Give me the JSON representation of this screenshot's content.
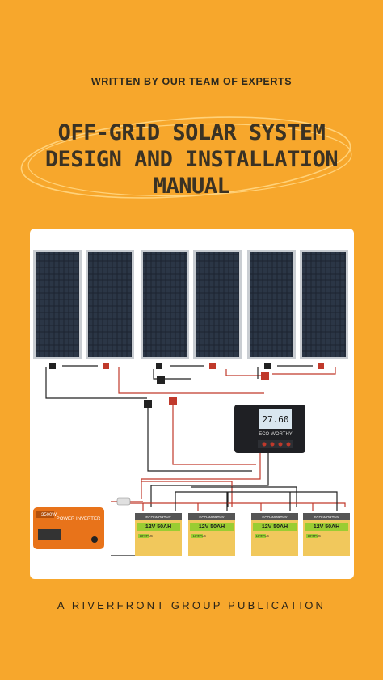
{
  "cover": {
    "tagline": "WRITTEN BY OUR TEAM OF EXPERTS",
    "title_line1": "OFF-GRID SOLAR SYSTEM",
    "title_line2": "DESIGN AND INSTALLATION",
    "title_line3": "MANUAL",
    "publisher": "A RIVERFRONT GROUP PUBLICATION"
  },
  "diagram": {
    "controller": {
      "brand": "ECO-WORTHY",
      "display": "27.60"
    },
    "inverter": {
      "label": "POWER INVERTER",
      "rating": "3500W"
    },
    "battery": {
      "brand": "ECO-WORTHY",
      "rating": "12V 50AH",
      "chem": "LiFePO4",
      "count": 4
    },
    "panel_count": 6
  },
  "colors": {
    "background": "#f7a72c",
    "title_text": "#3a3224",
    "battery_green": "#9acd32",
    "inverter_orange": "#e8731a",
    "wire_red": "#c0392b",
    "wire_black": "#222222"
  }
}
